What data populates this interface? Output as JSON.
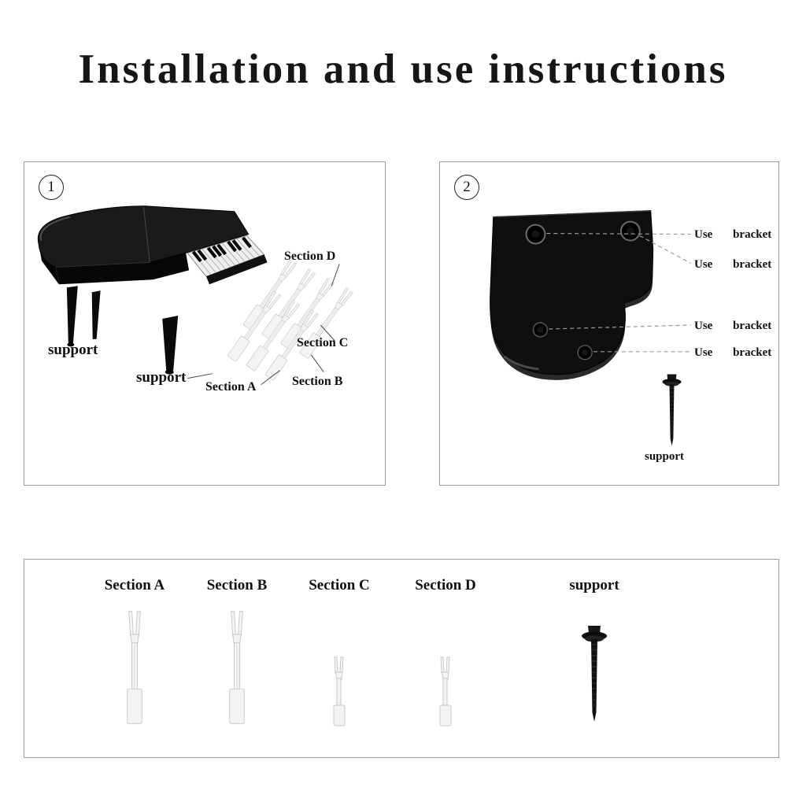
{
  "page": {
    "title": "Installation and use instructions"
  },
  "step1": {
    "number": "1",
    "support_left": "support",
    "support_right": "support",
    "section_a": "Section A",
    "section_b": "Section B",
    "section_c": "Section C",
    "section_d": "Section D"
  },
  "step2": {
    "number": "2",
    "bracket_labels": [
      "Use bracket",
      "Use bracket",
      "Use bracket",
      "Use bracket"
    ],
    "support": "support"
  },
  "parts": {
    "items": [
      {
        "label": "Section A",
        "figure": "fork-large"
      },
      {
        "label": "Section B",
        "figure": "fork-large"
      },
      {
        "label": "Section C",
        "figure": "fork-small"
      },
      {
        "label": "Section D",
        "figure": "fork-small"
      },
      {
        "label": "support",
        "figure": "screw"
      }
    ]
  },
  "figures": {
    "step1_figure": "toy-grand-piano-with-key-section-forks",
    "step2_figure": "piano-underside-with-screw-holes",
    "colors": {
      "piano_black": "#111111",
      "fork_white": "#f3f3f3",
      "leader_line": "#999999"
    }
  }
}
